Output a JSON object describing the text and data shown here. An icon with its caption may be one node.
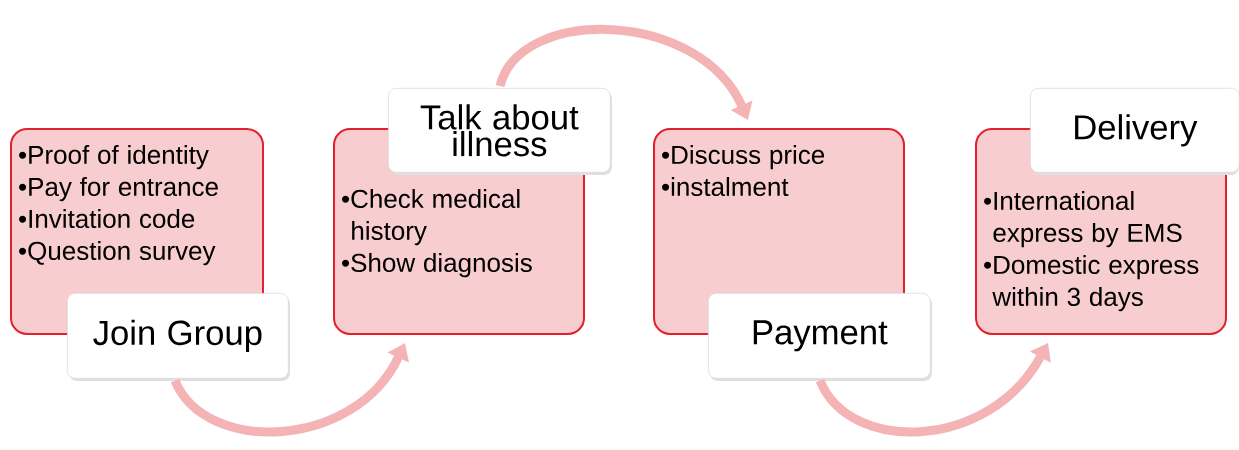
{
  "diagram": {
    "nodes": [
      {
        "text": [
          "•Proof of identity",
          "•Pay for entrance",
          "•Invitation code",
          "•Question survey"
        ]
      },
      {
        "text": [
          "Join Group"
        ]
      },
      {
        "text": [
          "•Check medical history",
          "•Show diagnosis"
        ]
      },
      {
        "text": [
          "Talk about illness"
        ]
      },
      {
        "text": [
          "•Discuss price",
          "•instalment"
        ]
      },
      {
        "text": [
          "Payment"
        ]
      },
      {
        "text": [
          "•International express by EMS",
          "•Domestic express within 3 days"
        ]
      },
      {
        "text": [
          "Delivery"
        ]
      }
    ],
    "edges": [
      {
        "from": 1,
        "to": 2,
        "arrow": "to"
      },
      {
        "from": 3,
        "to": 4,
        "arrow": "to"
      },
      {
        "from": 5,
        "to": 6,
        "arrow": "to"
      }
    ]
  }
}
